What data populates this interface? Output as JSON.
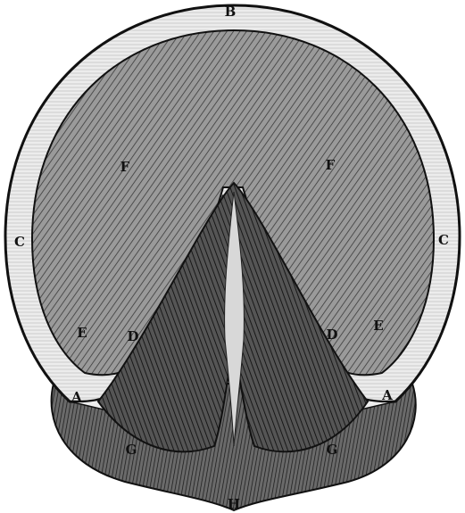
{
  "figure": {
    "colors": {
      "ink": "#111111",
      "paper": "#ffffff",
      "sole": "#8e8e8e",
      "wall": "#e6e6e6",
      "frog": "#4a4a4a",
      "heel": "#5a5a5a"
    },
    "labels": {
      "b_top": "B",
      "c_left": "C",
      "c_right": "C",
      "f_left": "F",
      "f_right": "F",
      "e_left": "E",
      "e_right": "E",
      "d_left": "D",
      "d_right": "D",
      "a_left": "A",
      "a_right": "A",
      "g_left": "G",
      "g_right": "G",
      "h_bottom": "H"
    }
  }
}
